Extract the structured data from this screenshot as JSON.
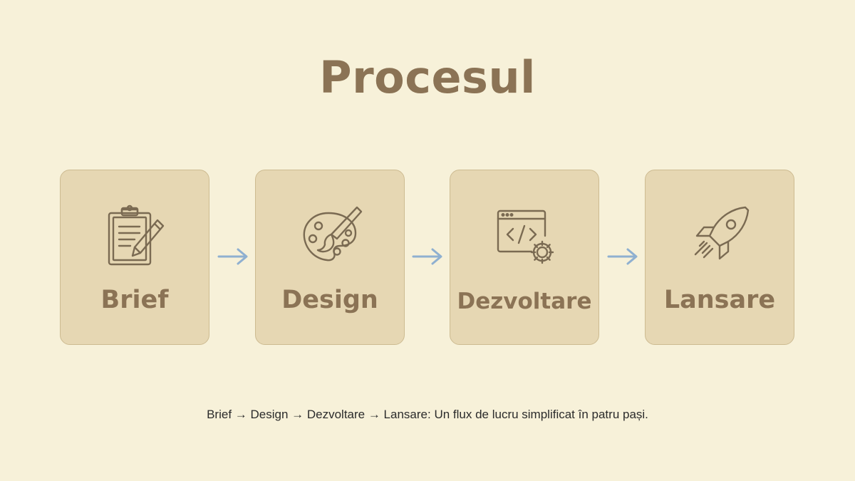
{
  "title": "Procesul",
  "steps": [
    {
      "label": "Brief",
      "icon": "clipboard-pencil-icon"
    },
    {
      "label": "Design",
      "icon": "palette-brush-icon"
    },
    {
      "label": "Dezvoltare",
      "icon": "code-window-gear-icon"
    },
    {
      "label": "Lansare",
      "icon": "rocket-icon"
    }
  ],
  "caption": "Brief → Design → Dezvoltare → Lansare: Un flux de lucru simplificat în patru pași.",
  "colors": {
    "background": "#f7f1d9",
    "card": "#e6d7b3",
    "card_border": "#cdbb91",
    "text": "#8b7355",
    "icon_stroke": "#7a6a52",
    "arrow": "#8fb0d0"
  }
}
